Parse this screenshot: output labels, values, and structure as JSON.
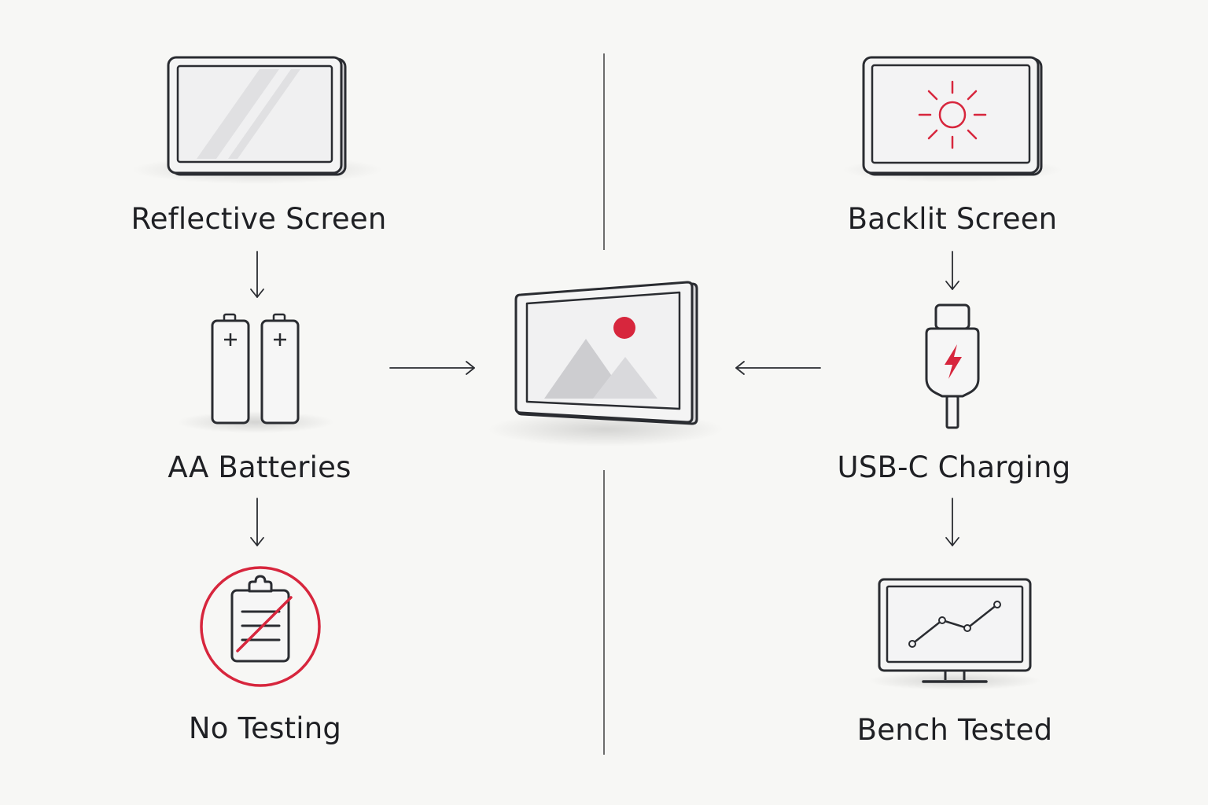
{
  "diagram": {
    "left_column": {
      "step1": {
        "label": "Reflective Screen",
        "icon": "reflective-screen-icon"
      },
      "step2": {
        "label": "AA Batteries",
        "icon": "aa-batteries-icon"
      },
      "step3": {
        "label": "No Testing",
        "icon": "no-testing-icon"
      }
    },
    "center": {
      "icon": "photo-frame-display-icon"
    },
    "right_column": {
      "step1": {
        "label": "Backlit Screen",
        "icon": "backlit-screen-icon"
      },
      "step2": {
        "label": "USB-C Charging",
        "icon": "usb-c-charging-icon"
      },
      "step3": {
        "label": "Bench Tested",
        "icon": "bench-tested-monitor-icon"
      }
    }
  },
  "colors": {
    "background": "#f7f7f5",
    "stroke": "#2a2c31",
    "accent": "#d7263d",
    "fill_light": "#eeeeee",
    "shape_gray": "#cfcfd2",
    "divider": "#4a4a4a"
  }
}
